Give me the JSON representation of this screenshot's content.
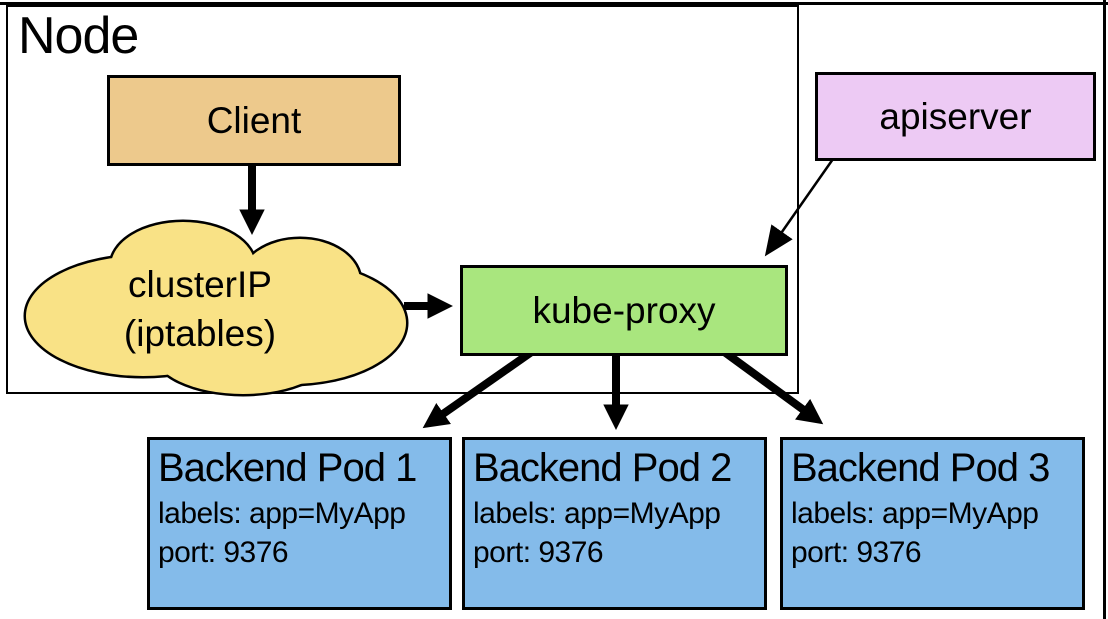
{
  "diagram": {
    "node": {
      "label": "Node"
    },
    "client": {
      "label": "Client"
    },
    "cluster_ip": {
      "line1": "clusterIP",
      "line2": "(iptables)"
    },
    "kube_proxy": {
      "label": "kube-proxy"
    },
    "apiserver": {
      "label": "apiserver"
    },
    "pods": [
      {
        "title": "Backend Pod 1",
        "labels": "labels: app=MyApp",
        "port": "port: 9376"
      },
      {
        "title": "Backend Pod 2",
        "labels": "labels: app=MyApp",
        "port": "port: 9376"
      },
      {
        "title": "Backend Pod 3",
        "labels": "labels: app=MyApp",
        "port": "port: 9376"
      }
    ],
    "edges": [
      {
        "from": "client",
        "to": "cluster_ip",
        "style": "thick-arrow"
      },
      {
        "from": "cluster_ip",
        "to": "kube_proxy",
        "style": "thick-arrow"
      },
      {
        "from": "apiserver",
        "to": "kube_proxy",
        "style": "thin-arrow"
      },
      {
        "from": "kube_proxy",
        "to": "backend_pod_1",
        "style": "thick-arrow"
      },
      {
        "from": "kube_proxy",
        "to": "backend_pod_2",
        "style": "thick-arrow"
      },
      {
        "from": "kube_proxy",
        "to": "backend_pod_3",
        "style": "thick-arrow"
      }
    ],
    "colors": {
      "client_fill": "#EDC98C",
      "cloud_fill": "#F9E286",
      "kube_proxy_fill": "#A9E67E",
      "apiserver_fill": "#EDCAF4",
      "pod_fill": "#84BBEA",
      "outline": "#000000"
    }
  }
}
